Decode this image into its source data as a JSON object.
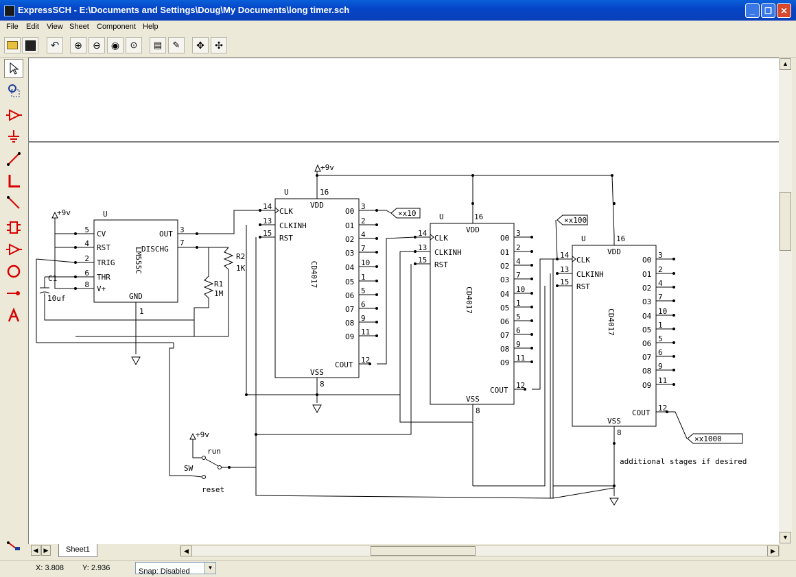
{
  "window": {
    "title": "ExpressSCH - E:\\Documents and Settings\\Doug\\My Documents\\long timer.sch"
  },
  "menu": [
    "File",
    "Edit",
    "View",
    "Sheet",
    "Component",
    "Help"
  ],
  "toolbar": [
    "open-icon",
    "save-icon",
    "undo-icon",
    "zoom-in-icon",
    "zoom-out-icon",
    "zoom-area-icon",
    "zoom-fit-icon",
    "properties-icon",
    "edit-icon",
    "pan-icon",
    "center-icon"
  ],
  "tools": [
    "pointer-icon",
    "zoom-select-icon",
    "component-icon",
    "ground-icon",
    "wire-icon",
    "bus-icon",
    "line-icon",
    "chip-icon",
    "buffer-icon",
    "circle-icon",
    "pin-icon",
    "text-icon"
  ],
  "sheet_tab": "Sheet1",
  "status": {
    "x": "X: 3.808",
    "y": "Y: 2.936",
    "snap": "Snap: Disabled"
  },
  "schematic": {
    "vcc": "+9v",
    "u": "U",
    "timer": {
      "name": "LM555C",
      "pins": [
        "CV",
        "RST",
        "TRIG",
        "THR",
        "V+",
        "OUT",
        "DISCHG",
        "GND"
      ],
      "nums": [
        "5",
        "4",
        "2",
        "6",
        "8",
        "3",
        "7",
        "1"
      ]
    },
    "r2": [
      "R2",
      "1K"
    ],
    "r1": [
      "R1",
      "1M"
    ],
    "c1": [
      "C1",
      "10uf"
    ],
    "counter": {
      "name": "CD4017",
      "vdd": "VDD",
      "vss": "VSS",
      "clk": "CLK",
      "inh": "CLKINH",
      "rst": "RST",
      "cout": "COUT"
    },
    "outs": [
      "O0",
      "O1",
      "O2",
      "O3",
      "O4",
      "O5",
      "O6",
      "O7",
      "O8",
      "O9"
    ],
    "outnums": [
      "3",
      "2",
      "4",
      "7",
      "10",
      "1",
      "5",
      "6",
      "9",
      "11"
    ],
    "innums": [
      "14",
      "13",
      "15"
    ],
    "p16": "16",
    "p8": "8",
    "p12": "12",
    "tags": [
      "x10",
      "x100",
      "x1000"
    ],
    "switch": [
      "SW",
      "run",
      "reset"
    ],
    "note": "additional stages if desired"
  }
}
